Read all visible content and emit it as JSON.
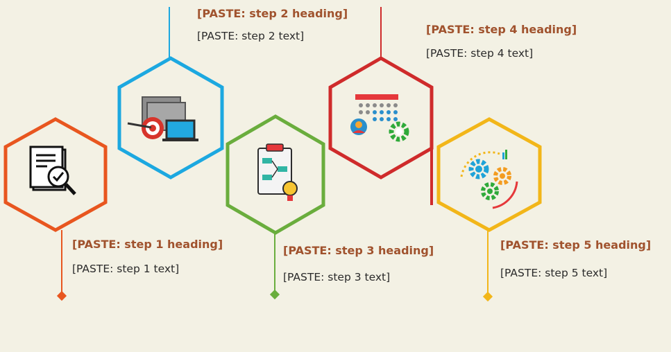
{
  "steps": [
    {
      "title": "[PASTE: step 1 heading]",
      "text": "[PASTE: step 1 text]",
      "color": "#e8561f",
      "icon": "document-search-icon"
    },
    {
      "title": "[PASTE: step 2 heading]",
      "text": "[PASTE: step 2 text]",
      "color": "#1ca8e0",
      "icon": "target-laptop-icon"
    },
    {
      "title": "[PASTE: step 3 heading]",
      "text": "[PASTE: step 3 text]",
      "color": "#6aad3d",
      "icon": "clipboard-idea-icon"
    },
    {
      "title": "[PASTE: step 4 heading]",
      "text": "[PASTE: step 4 text]",
      "color": "#cf2b2b",
      "icon": "calendar-gear-icon"
    },
    {
      "title": "[PASTE: step 5 heading]",
      "text": "[PASTE: step 5 text]",
      "color": "#f2b619",
      "icon": "gears-cycle-icon"
    }
  ]
}
